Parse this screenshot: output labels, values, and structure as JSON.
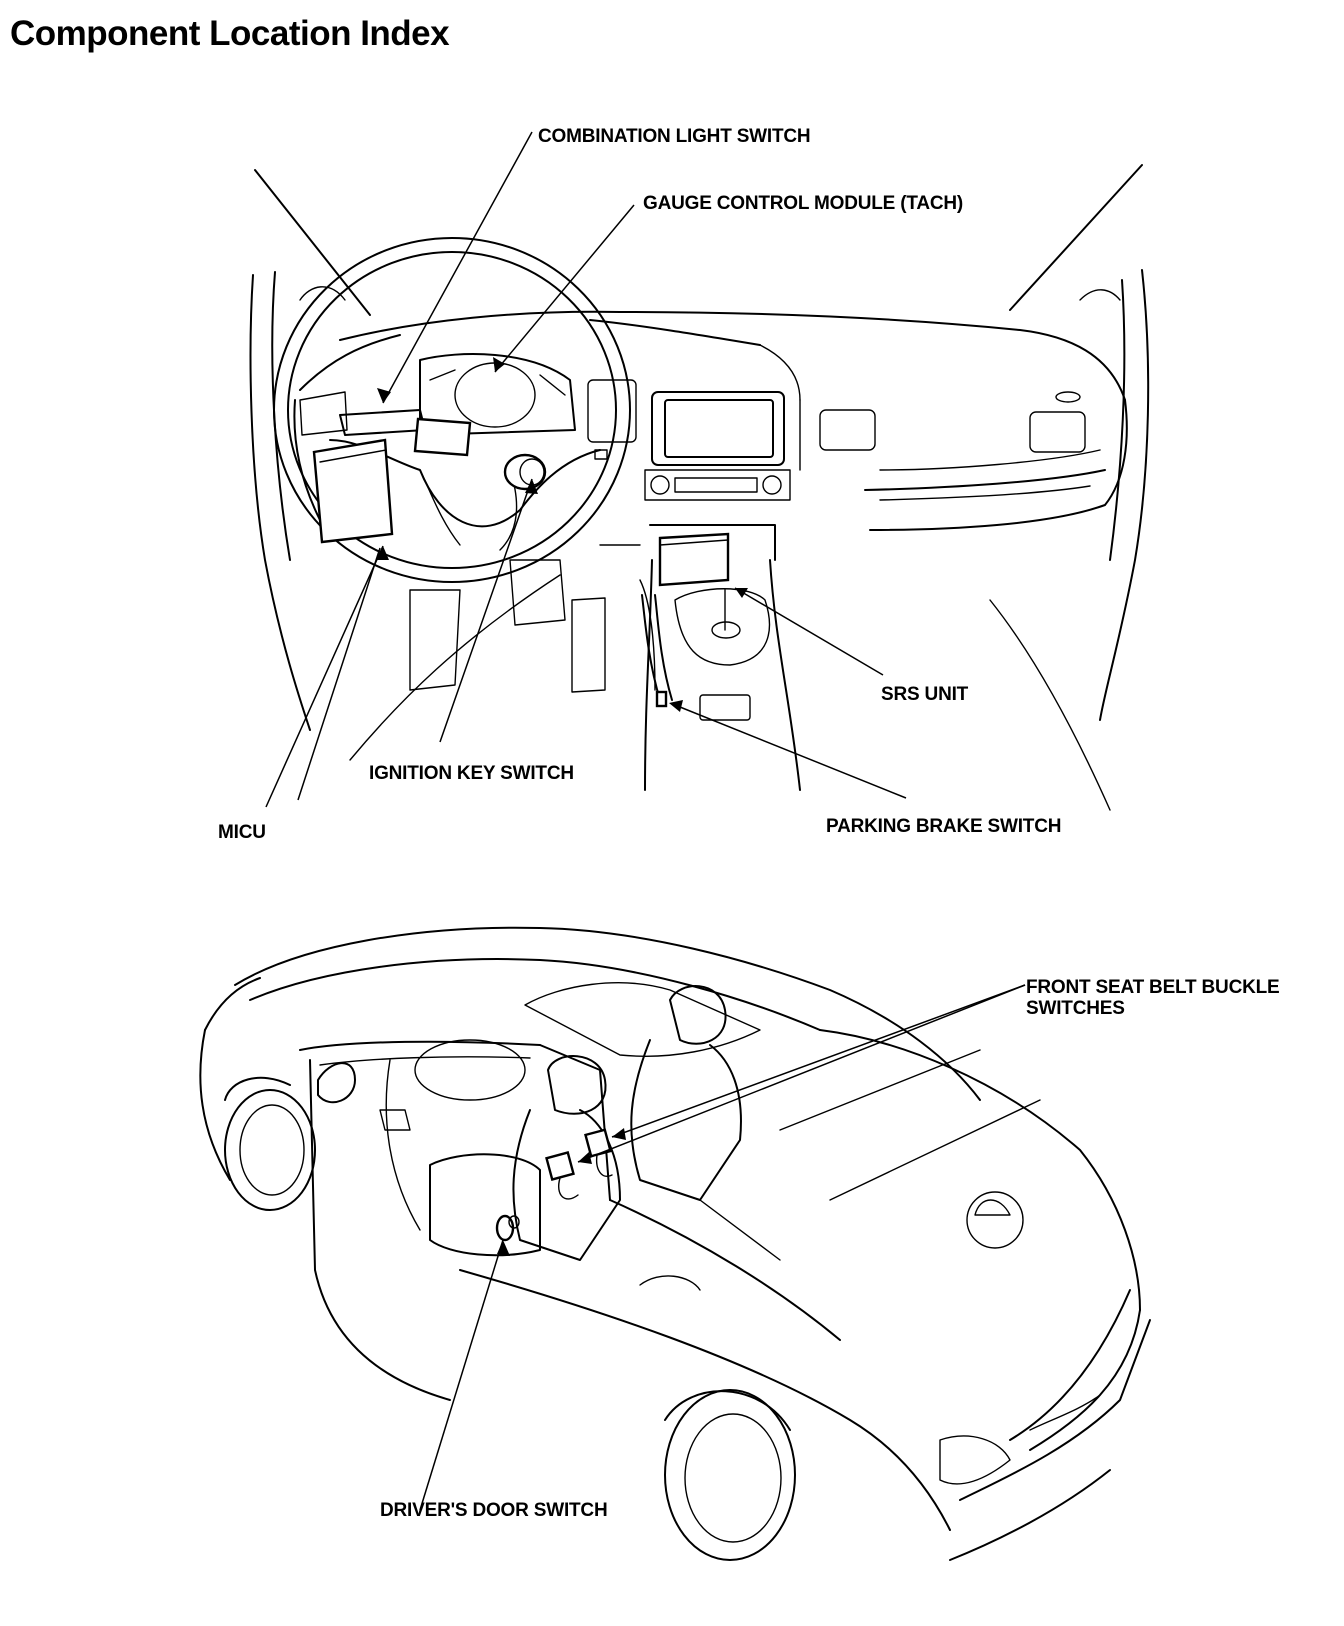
{
  "title": "Component Location Index",
  "dashboard_view": {
    "labels": {
      "combination_light_switch": "COMBINATION LIGHT SWITCH",
      "gauge_control_module": "GAUGE CONTROL MODULE (TACH)",
      "srs_unit": "SRS UNIT",
      "ignition_key_switch": "IGNITION KEY SWITCH",
      "micu": "MICU",
      "parking_brake_switch": "PARKING BRAKE SWITCH"
    }
  },
  "vehicle_view": {
    "labels": {
      "front_seat_belt_buckle_switches": "FRONT SEAT BELT BUCKLE SWITCHES",
      "drivers_door_switch": "DRIVER'S DOOR SWITCH"
    }
  }
}
